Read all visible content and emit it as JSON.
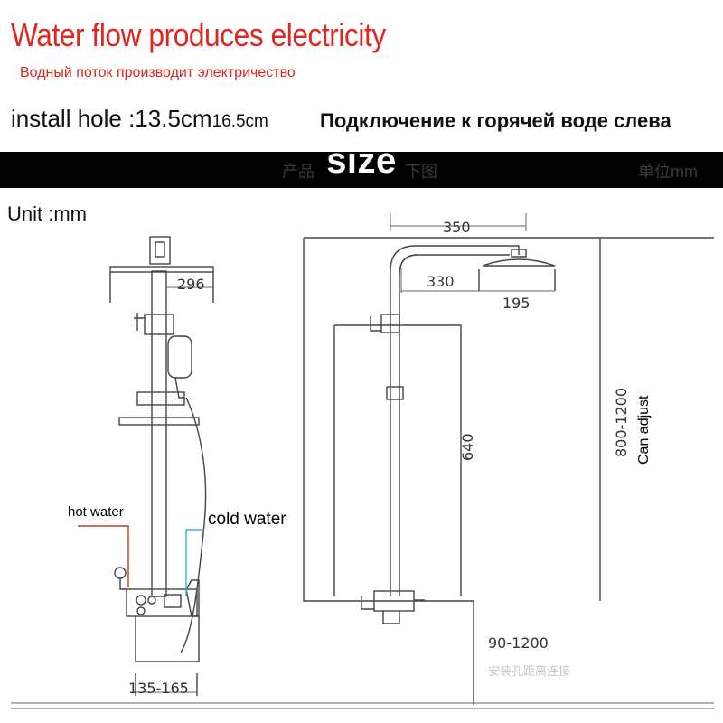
{
  "header": {
    "headline": "Water flow produces electricity",
    "subline": "Водный поток производит электричество",
    "install_prefix": "install hole :13.5cm",
    "install_suffix": "16.5cm",
    "hot_water_left": "Подключение к горячей воде слева"
  },
  "banner": {
    "title": "size",
    "faint_left": "产品",
    "faint_mid": "下图",
    "faint_right": "单位mm"
  },
  "diagram": {
    "unit": "Unit :mm",
    "front_view": {
      "width_label": "296",
      "base_label": "135-165",
      "hot_water": "hot water",
      "cold_water": "cold  water"
    },
    "side_view": {
      "reach_label": "350",
      "arm_label": "330",
      "head_label": "195",
      "height_label": "640",
      "adjust_label": "800-1200",
      "adjust_note": "Can adjust",
      "spacing_label": "90-1200",
      "faint_note": "安装孔距离连接"
    },
    "colors": {
      "headline": "#e0261f",
      "hot_pipe": "#c0392b",
      "cold_pipe": "#29b6d6"
    }
  }
}
